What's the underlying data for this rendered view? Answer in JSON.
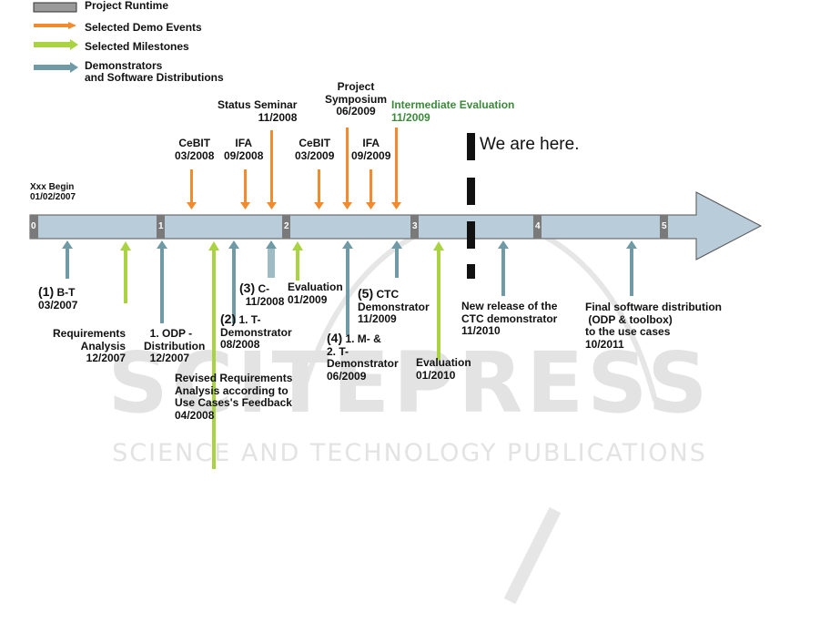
{
  "legend": {
    "runtime": "Project Runtime",
    "demo_events": "Selected Demo Events",
    "milestones": "Selected Milestones",
    "demonstrators": "Demonstrators",
    "demonstrators_2": "and Software Distributions"
  },
  "colors": {
    "runtime_bar": "#b9ccd9",
    "runtime_dark": "#7a7a7a",
    "demo_event": "#f28a2e",
    "milestone": "#a9d341",
    "demonstrator": "#6f9aa6",
    "intermediate_text": "#3a8a3a"
  },
  "begin": {
    "line1": "Xxx Begin",
    "line2": "01/02/2007"
  },
  "phase_numbers": [
    "0",
    "1",
    "2",
    "3",
    "4",
    "5"
  ],
  "demo_events": [
    {
      "line1": "CeBIT",
      "line2": "03/2008"
    },
    {
      "line1": "IFA",
      "line2": "09/2008"
    },
    {
      "line1": "Status Seminar",
      "line2": "11/2008"
    },
    {
      "line1": "CeBIT",
      "line2": "03/2009"
    },
    {
      "line1": "Project",
      "line2": "Symposium",
      "line3": "06/2009"
    },
    {
      "line1": "IFA",
      "line2": "09/2009"
    }
  ],
  "intermediate": {
    "line1": "Intermediate Evaluation",
    "line2": "11/2009"
  },
  "we_are_here": "We are here.",
  "below": {
    "bt": {
      "num": "(1)",
      "line1": "B-T",
      "line2": "03/2007"
    },
    "req": {
      "line1": "Requirements",
      "line2": "Analysis",
      "line3": "12/2007"
    },
    "odp": {
      "line1": "1. ODP -",
      "line2": "Distribution",
      "line3": "12/2007"
    },
    "revised": {
      "line1": "Revised Requirements",
      "line2": "Analysis according to",
      "line3": "Use Cases's Feedback",
      "line4": "04/2008"
    },
    "t_demo": {
      "num": "(2)",
      "line1": "1. T-",
      "line2": "Demonstrator",
      "line3": "08/2008"
    },
    "c": {
      "num": "(3)",
      "line1": "C-",
      "line2": "11/2008"
    },
    "eval2009": {
      "line1": "Evaluation",
      "line2": "01/2009"
    },
    "m_t": {
      "num": "(4)",
      "line1": "1. M- &",
      "line2": "2. T-",
      "line3": "Demonstrator",
      "line4": "06/2009"
    },
    "ctc": {
      "num": "(5)",
      "line1": "CTC",
      "line2": "Demonstrator",
      "line3": "11/2009"
    },
    "eval2010": {
      "line1": "Evaluation",
      "line2": "01/2010"
    },
    "new_release": {
      "line1": "New release of the",
      "line2": "CTC demonstrator",
      "line3": "11/2010"
    },
    "final": {
      "line1": "Final software distribution",
      "line2": "(ODP & toolbox)",
      "line3": "to the use cases",
      "line4": "10/2011"
    }
  },
  "watermark": {
    "line1": "SCITEPRESS",
    "line2": "SCIENCE AND TECHNOLOGY PUBLICATIONS"
  }
}
